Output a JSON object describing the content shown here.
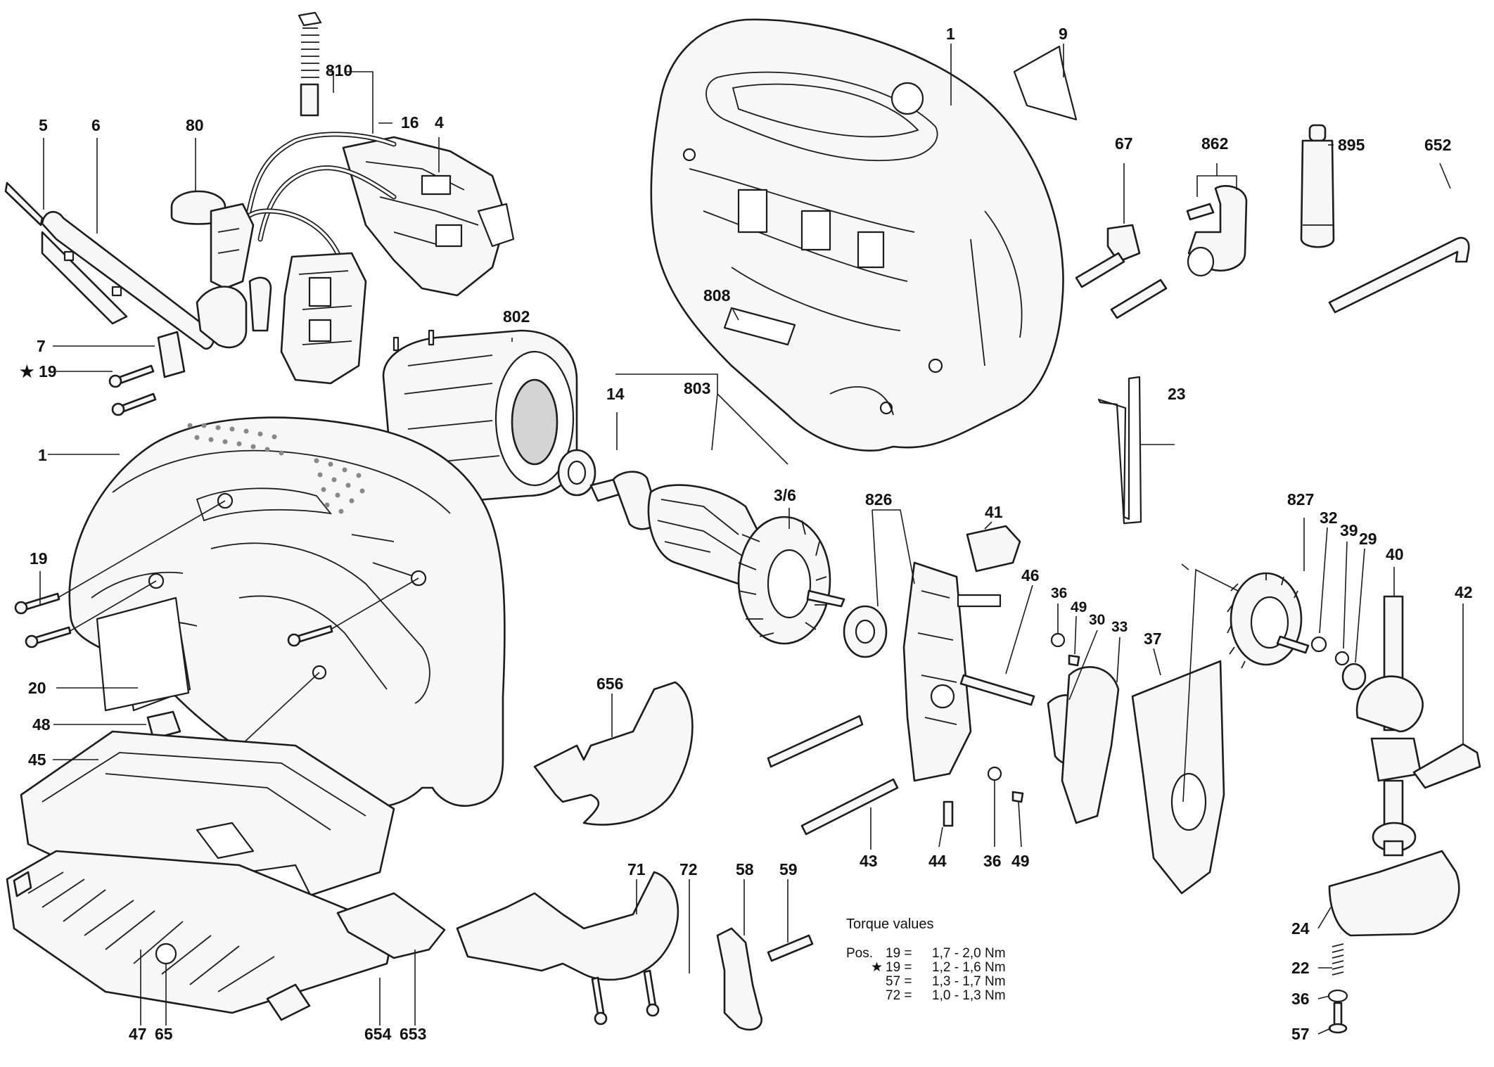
{
  "diagram": {
    "part_labels": [
      {
        "id": "p1a",
        "text": "1"
      },
      {
        "id": "p9",
        "text": "9"
      },
      {
        "id": "p810",
        "text": "810"
      },
      {
        "id": "p16",
        "text": "16"
      },
      {
        "id": "p4",
        "text": "4"
      },
      {
        "id": "p5",
        "text": "5"
      },
      {
        "id": "p6",
        "text": "6"
      },
      {
        "id": "p80",
        "text": "80"
      },
      {
        "id": "p67",
        "text": "67"
      },
      {
        "id": "p862",
        "text": "862"
      },
      {
        "id": "p895",
        "text": "895"
      },
      {
        "id": "p652",
        "text": "652"
      },
      {
        "id": "p808",
        "text": "808"
      },
      {
        "id": "p802",
        "text": "802"
      },
      {
        "id": "p7",
        "text": "7"
      },
      {
        "id": "p19s",
        "text": "★ 19"
      },
      {
        "id": "p14",
        "text": "14"
      },
      {
        "id": "p803",
        "text": "803"
      },
      {
        "id": "p23",
        "text": "23"
      },
      {
        "id": "p1b",
        "text": "1"
      },
      {
        "id": "p36",
        "text": "3/6"
      },
      {
        "id": "p826",
        "text": "826"
      },
      {
        "id": "p41",
        "text": "41"
      },
      {
        "id": "p827",
        "text": "827"
      },
      {
        "id": "p32",
        "text": "32"
      },
      {
        "id": "p39",
        "text": "39"
      },
      {
        "id": "p29",
        "text": "29"
      },
      {
        "id": "p40",
        "text": "40"
      },
      {
        "id": "p19",
        "text": "19"
      },
      {
        "id": "p46",
        "text": "46"
      },
      {
        "id": "p36a",
        "text": "36"
      },
      {
        "id": "p49a",
        "text": "49"
      },
      {
        "id": "p30",
        "text": "30"
      },
      {
        "id": "p33",
        "text": "33"
      },
      {
        "id": "p37",
        "text": "37"
      },
      {
        "id": "p42",
        "text": "42"
      },
      {
        "id": "p656",
        "text": "656"
      },
      {
        "id": "p20",
        "text": "20"
      },
      {
        "id": "p48",
        "text": "48"
      },
      {
        "id": "p45",
        "text": "45"
      },
      {
        "id": "p43",
        "text": "43"
      },
      {
        "id": "p44",
        "text": "44"
      },
      {
        "id": "p36b",
        "text": "36"
      },
      {
        "id": "p49b",
        "text": "49"
      },
      {
        "id": "p71",
        "text": "71"
      },
      {
        "id": "p72",
        "text": "72"
      },
      {
        "id": "p58",
        "text": "58"
      },
      {
        "id": "p59",
        "text": "59"
      },
      {
        "id": "p24",
        "text": "24"
      },
      {
        "id": "p22",
        "text": "22"
      },
      {
        "id": "p36c",
        "text": "36"
      },
      {
        "id": "p57",
        "text": "57"
      },
      {
        "id": "p47",
        "text": "47"
      },
      {
        "id": "p65",
        "text": "65"
      },
      {
        "id": "p654",
        "text": "654"
      },
      {
        "id": "p653",
        "text": "653"
      }
    ]
  },
  "torque": {
    "title": "Torque values",
    "rows": [
      {
        "pos": "Pos.",
        "item": "19 =",
        "value": "1,7 - 2,0 Nm"
      },
      {
        "pos": "★",
        "item": "19 =",
        "value": "1,2 - 1,6 Nm"
      },
      {
        "pos": "",
        "item": "57 =",
        "value": "1,3 - 1,7 Nm"
      },
      {
        "pos": "",
        "item": "72 =",
        "value": "1,0 - 1,3 Nm"
      }
    ]
  }
}
